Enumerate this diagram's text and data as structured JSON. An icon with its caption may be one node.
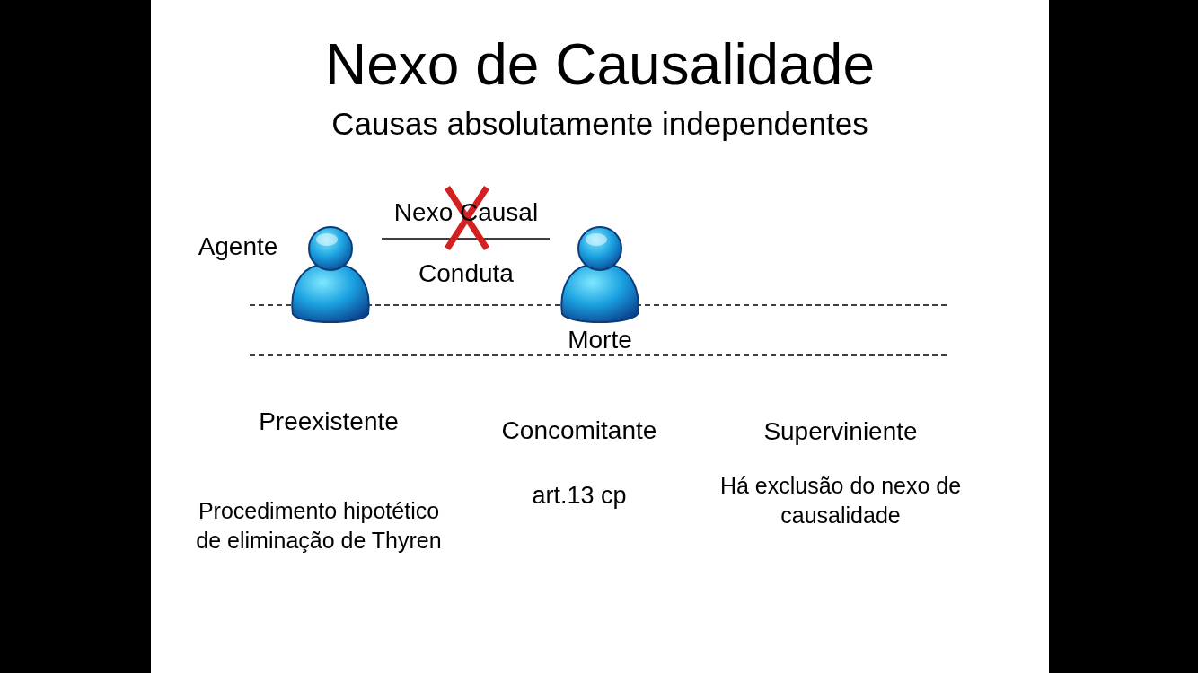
{
  "diagram": {
    "title": "Nexo de Causalidade",
    "caption": "Causas absolutamente independentes",
    "labels": [
      "Nexo Causal",
      "Agente",
      "Conduta",
      "Morte",
      "Preexistente",
      "Concomitante",
      "Superviniente",
      "Procedimento hipotético de eliminação de Thyren",
      "art.13 cp",
      "Há exclusão do nexo de causalidade"
    ]
  }
}
